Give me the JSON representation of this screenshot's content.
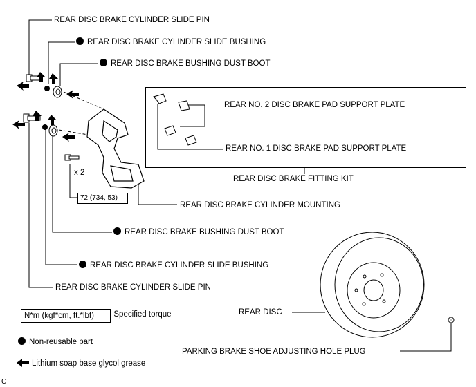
{
  "labels": {
    "slide_pin_top": "REAR DISC BRAKE CYLINDER SLIDE PIN",
    "slide_bushing_top": "REAR DISC BRAKE CYLINDER SLIDE BUSHING",
    "dust_boot_top": "REAR DISC BRAKE BUSHING DUST BOOT",
    "pad_plate_2": "REAR NO. 2 DISC BRAKE PAD SUPPORT PLATE",
    "pad_plate_1": "REAR NO. 1 DISC BRAKE PAD SUPPORT PLATE",
    "fitting_kit": "REAR DISC BRAKE FITTING KIT",
    "bolt_qty": "x 2",
    "torque_value": "72 (734, 53)",
    "cylinder_mounting": "REAR DISC BRAKE CYLINDER MOUNTING",
    "dust_boot_bottom": "REAR DISC BRAKE BUSHING DUST BOOT",
    "slide_bushing_bottom": "REAR DISC BRAKE CYLINDER SLIDE BUSHING",
    "slide_pin_bottom": "REAR DISC BRAKE CYLINDER SLIDE PIN",
    "rear_disc": "REAR DISC",
    "hole_plug": "PARKING BRAKE SHOE ADJUSTING HOLE PLUG"
  },
  "legend": {
    "torque_unit": "N*m (kgf*cm, ft.*lbf)",
    "torque_desc": ": Specified torque",
    "nonreusable": "Non-reusable part",
    "grease": "Lithium soap base glycol grease"
  },
  "corner_mark": "C",
  "icons": {
    "nonreusable": "filled-circle-icon",
    "grease": "left-arrow-icon"
  }
}
